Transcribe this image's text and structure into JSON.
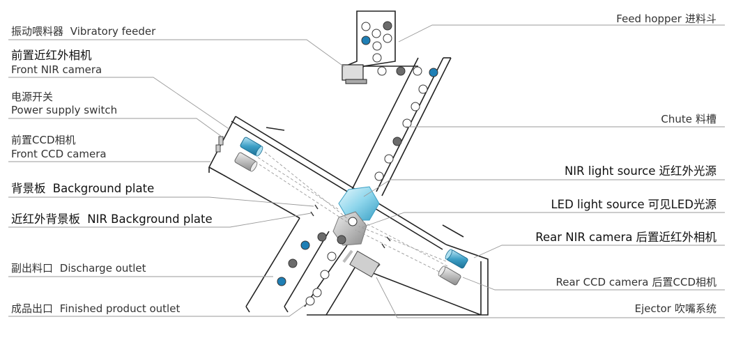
{
  "labels": {
    "vibratory_feeder": {
      "zh": "振动喂料器",
      "en": "Vibratory feeder"
    },
    "front_nir_camera": {
      "zh": "前置近红外相机",
      "en": "Front NIR camera"
    },
    "power_supply_switch": {
      "zh": "电源开关",
      "en": "Power supply switch"
    },
    "front_ccd_camera": {
      "zh": "前置CCD相机",
      "en": "Front CCD camera"
    },
    "background_plate": {
      "zh": "背景板",
      "en": "Background plate"
    },
    "nir_background_plate": {
      "zh": "近红外背景板",
      "en": "NIR Background plate"
    },
    "discharge_outlet": {
      "zh": "副出料口",
      "en": "Discharge outlet"
    },
    "finished_product_outlet": {
      "zh": "成品出口",
      "en": "Finished product outlet"
    },
    "feed_hopper": {
      "en": "Feed hopper",
      "zh": "进料斗"
    },
    "chute": {
      "en": "Chute",
      "zh": "料槽"
    },
    "nir_light_source": {
      "en": "NIR light source",
      "zh": "近红外光源"
    },
    "led_light_source": {
      "en": "LED light source",
      "zh": "可见LED光源"
    },
    "rear_nir_camera": {
      "en": "Rear NIR camera",
      "zh": "后置近红外相机"
    },
    "rear_ccd_camera": {
      "en": "Rear CCD camera",
      "zh": "后置CCD相机"
    },
    "ejector": {
      "en": "Ejector",
      "zh": "吹嘴系统"
    }
  },
  "colors": {
    "line": "#222222",
    "leader": "#9a9a9a",
    "grain_gray": "#6b6b6b",
    "grain_blue": "#1f7fb5",
    "nir_light": "#7fd0e8",
    "camera_nir": "#5aaecd",
    "camera_ccd": "#c8c8c8"
  }
}
